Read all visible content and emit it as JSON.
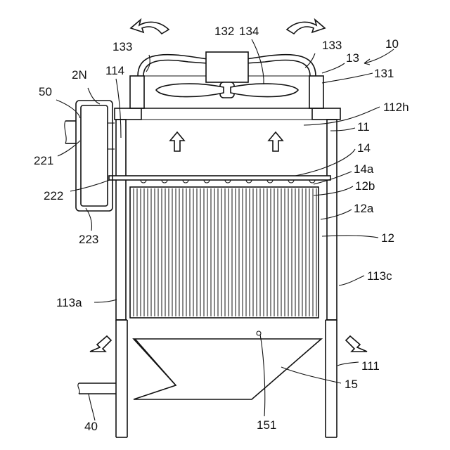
{
  "labels": {
    "l10": "10",
    "l13": "13",
    "l131": "131",
    "l132": "132",
    "l133a": "133",
    "l133b": "133",
    "l134": "134",
    "l2N": "2N",
    "l50": "50",
    "l114": "114",
    "l112h": "112h",
    "l11": "11",
    "l14": "14",
    "l14a": "14a",
    "l12b": "12b",
    "l12a": "12a",
    "l12": "12",
    "l221": "221",
    "l222": "222",
    "l223": "223",
    "l113a": "113a",
    "l113c": "113c",
    "l111": "111",
    "l15": "15",
    "l151": "151",
    "l40": "40"
  }
}
